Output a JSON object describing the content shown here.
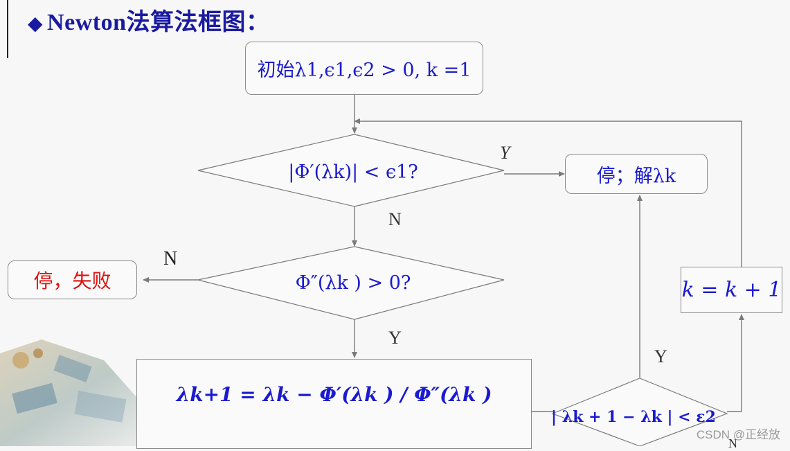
{
  "title": "Newton法算法框图：",
  "nodes": {
    "start": "初始λ1,ϵ1,ϵ2 > 0, k =1",
    "decision1": "|Φ′(λk)| < ϵ1?",
    "stop_solution": "停；解λk",
    "decision2": "Φ″(λk ) > 0?",
    "stop_fail": "停，失败",
    "update": "λk+1 = λk − Φ′(λk ) / Φ″(λk )",
    "increment": "k = k + 1",
    "decision3": "| λk + 1 − λk | < ε2"
  },
  "edge_labels": {
    "d1_yes": "Y",
    "d1_no": "N",
    "d2_no": "N",
    "d2_yes": "Y",
    "d3_yes": "Y",
    "d3_no": "N"
  },
  "watermark": "CSDN @正经放",
  "colors": {
    "title": "#1a1aa0",
    "math": "#1a1ad0",
    "fail": "#e01010",
    "lines": "#7a7a7a"
  }
}
